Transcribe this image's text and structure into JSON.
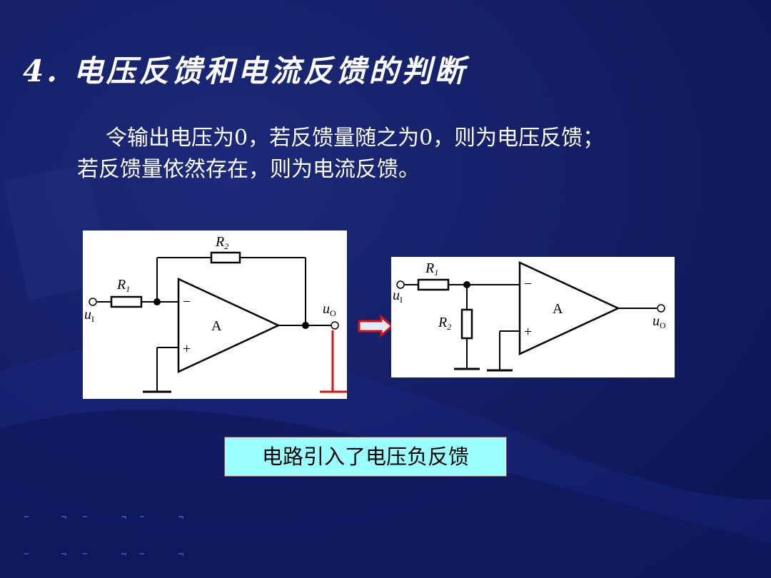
{
  "slide": {
    "title": "4. 电压反馈和电流反馈的判断",
    "paragraph_line1": "令输出电压为0，若反馈量随之为0，则为电压反馈；",
    "paragraph_line2": "若反馈量依然存在，则为电流反馈。",
    "conclusion": "电路引入了电压负反馈"
  },
  "circuit_left": {
    "r2_label": "R",
    "r2_sub": "2",
    "r1_label": "R",
    "r1_sub": "1",
    "minus": "−",
    "plus": "+",
    "amp": "A",
    "input_label": "u",
    "input_sub": "I",
    "output_label": "u",
    "output_sub": "O"
  },
  "circuit_right": {
    "r1_label": "R",
    "r1_sub": "1",
    "r2_label": "R",
    "r2_sub": "2",
    "minus": "−",
    "plus": "+",
    "amp": "A",
    "input_label": "u",
    "input_sub": "I",
    "output_label": "u",
    "output_sub": "O"
  },
  "colors": {
    "background": "#141f66",
    "short_line": "#dd1111",
    "arrow_fill": "#ddeeff",
    "arrow_border": "#dd1111",
    "conclusion_bg": "#99ffff"
  }
}
